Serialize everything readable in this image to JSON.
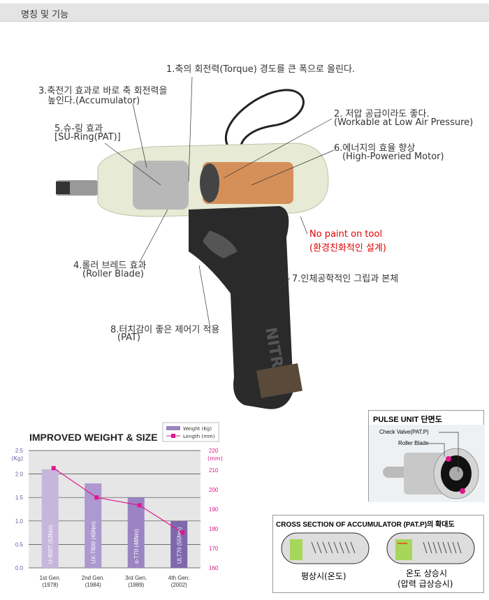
{
  "header": {
    "title": "명칭 및 기능"
  },
  "callouts": [
    {
      "id": "1",
      "lines": [
        "1.축의 회전력(Torque) 경도를 큰 폭으로 올린다."
      ]
    },
    {
      "id": "3",
      "lines": [
        "3.축전기 효과로 바로 축 회전력을",
        "높인다.(Accumulator)"
      ]
    },
    {
      "id": "5",
      "lines": [
        "5.슈-링 효과",
        "[SU-Ring(PAT)]"
      ]
    },
    {
      "id": "2",
      "lines": [
        "2. 저압 공급이라도 좋다.",
        "(Workable at Low Air Pressure)"
      ]
    },
    {
      "id": "6",
      "lines": [
        "6.에너지의 효율 향상",
        "(High-Poweried Motor)"
      ]
    },
    {
      "id": "np",
      "lines": [
        "No paint on tool",
        "(환경친화적인 설계)"
      ]
    },
    {
      "id": "4",
      "lines": [
        "4.롤러 브레드 효과",
        "(Roller Blade)"
      ]
    },
    {
      "id": "7",
      "lines": [
        "7.인체공학적인 그립과 본체"
      ]
    },
    {
      "id": "8",
      "lines": [
        "8.터치감이 좋은 제어기 적용",
        "(PAT)"
      ]
    }
  ],
  "tool_label": "NITRUN",
  "colors": {
    "red_note": "#e00000",
    "bar": "#9b84c2",
    "line": "#e0168c",
    "right_axis": "#e0168c",
    "left_axis": "#6a5a9e"
  },
  "chart_data": {
    "type": "bar",
    "title": "IMPROVED WEIGHT & SIZE",
    "categories": [
      "1st Gen.\n(1978)",
      "2nd Gen.\n(1984)",
      "3rd Gen.\n(1989)",
      "4th Gen.\n(2002)"
    ],
    "category_lines": [
      [
        "1st Gen.",
        "(1978)"
      ],
      [
        "2nd Gen.",
        "(1984)"
      ],
      [
        "3rd Gen.",
        "(1989)"
      ],
      [
        "4th Gen.",
        "(2002)"
      ]
    ],
    "bar_labels": [
      "U-800T (53Nm)",
      "UX-T800 (45Nm)",
      "α-T70 (48Nm)",
      "ULT70 (55Nm)"
    ],
    "series": [
      {
        "name": "Weight (Kg)",
        "type": "bar",
        "axis": "left",
        "values": [
          2.1,
          1.8,
          1.5,
          1.0
        ]
      },
      {
        "name": "Length (mm)",
        "type": "line",
        "axis": "right",
        "values": [
          211,
          196,
          192,
          178
        ]
      }
    ],
    "ylabel_left": "(Kg)",
    "ylabel_right": "(mm)",
    "ylim_left": [
      0,
      2.5
    ],
    "ylim_right": [
      160,
      220
    ],
    "yticks_left": [
      "0.0",
      "0.5",
      "1.0",
      "1.5",
      "2.0",
      "2.5"
    ],
    "yticks_right": [
      "160",
      "170",
      "180",
      "190",
      "200",
      "210",
      "220"
    ],
    "grid": true,
    "legend": "top-right"
  },
  "pulse_unit": {
    "title": "PULSE UNIT  단면도",
    "labels": [
      "Check Valve(PAT.P)",
      "Roller Blade"
    ]
  },
  "accumulator": {
    "title": "CROSS SECTION OF ACCUMULATOR (PAT.P)의 확대도",
    "captions": [
      [
        "평상시(온도)"
      ],
      [
        "온도 상승시",
        "(압력 급상승시)"
      ]
    ]
  }
}
